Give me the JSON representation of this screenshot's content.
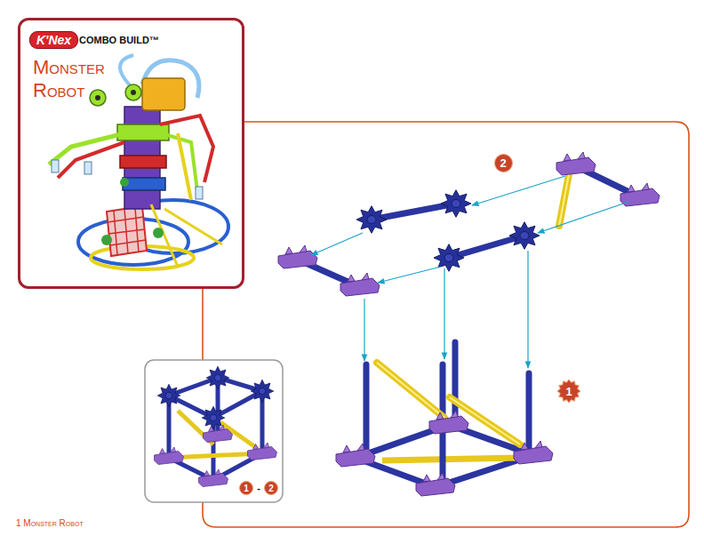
{
  "diagram": {
    "nodes": [
      {
        "text": [
          "K'Nex",
          "COMBO BUILD™",
          "Monster Robot"
        ]
      }
    ],
    "labels": [
      "2",
      "1",
      "1",
      "-",
      "2",
      "1 Monster Robot"
    ]
  }
}
